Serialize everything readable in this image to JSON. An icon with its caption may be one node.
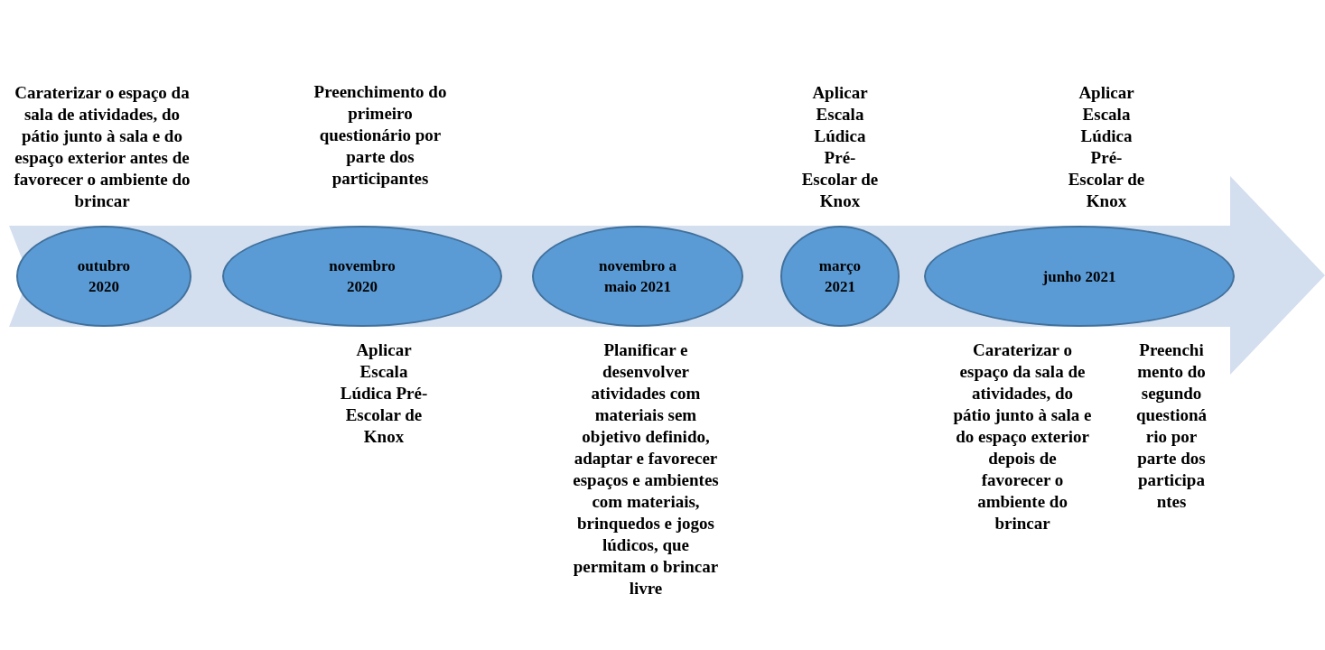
{
  "diagram": {
    "nodes": [
      {
        "text": [
          "outubro 2020"
        ],
        "beside": [
          "Caraterizar o espaço da sala de atividades, do pátio junto à sala e do espaço exterior antes de favorecer o ambiente do brincar"
        ]
      },
      {
        "text": [
          "novembro 2020"
        ],
        "beside": [
          "Preenchimento do primeiro questionário por parte dos participantes",
          "Aplicar Escala Lúdica Pré- Escolar de Knox"
        ]
      },
      {
        "text": [
          "novembro a maio 2021"
        ],
        "beside": [
          "Planificar e desenvolver atividades com materiais sem objetivo definido, adaptar e favorecer espaços e ambientes com materiais, brinquedos e jogos lúdicos, que permitam o brincar livre"
        ]
      },
      {
        "text": [
          "março 2021"
        ],
        "beside": [
          "Aplicar Escala Lúdica Pré- Escolar de Knox"
        ]
      },
      {
        "text": [
          "junho 2021"
        ],
        "beside": [
          "Aplicar Escala Lúdica Pré- Escolar de Knox",
          "Caraterizar o espaço da sala de atividades, do pátio junto à sala e do espaço exterior depois de favorecer o ambiente do brincar",
          "Preenchi mento do segundo questioná rio por parte dos participa ntes"
        ]
      }
    ],
    "edges": []
  }
}
